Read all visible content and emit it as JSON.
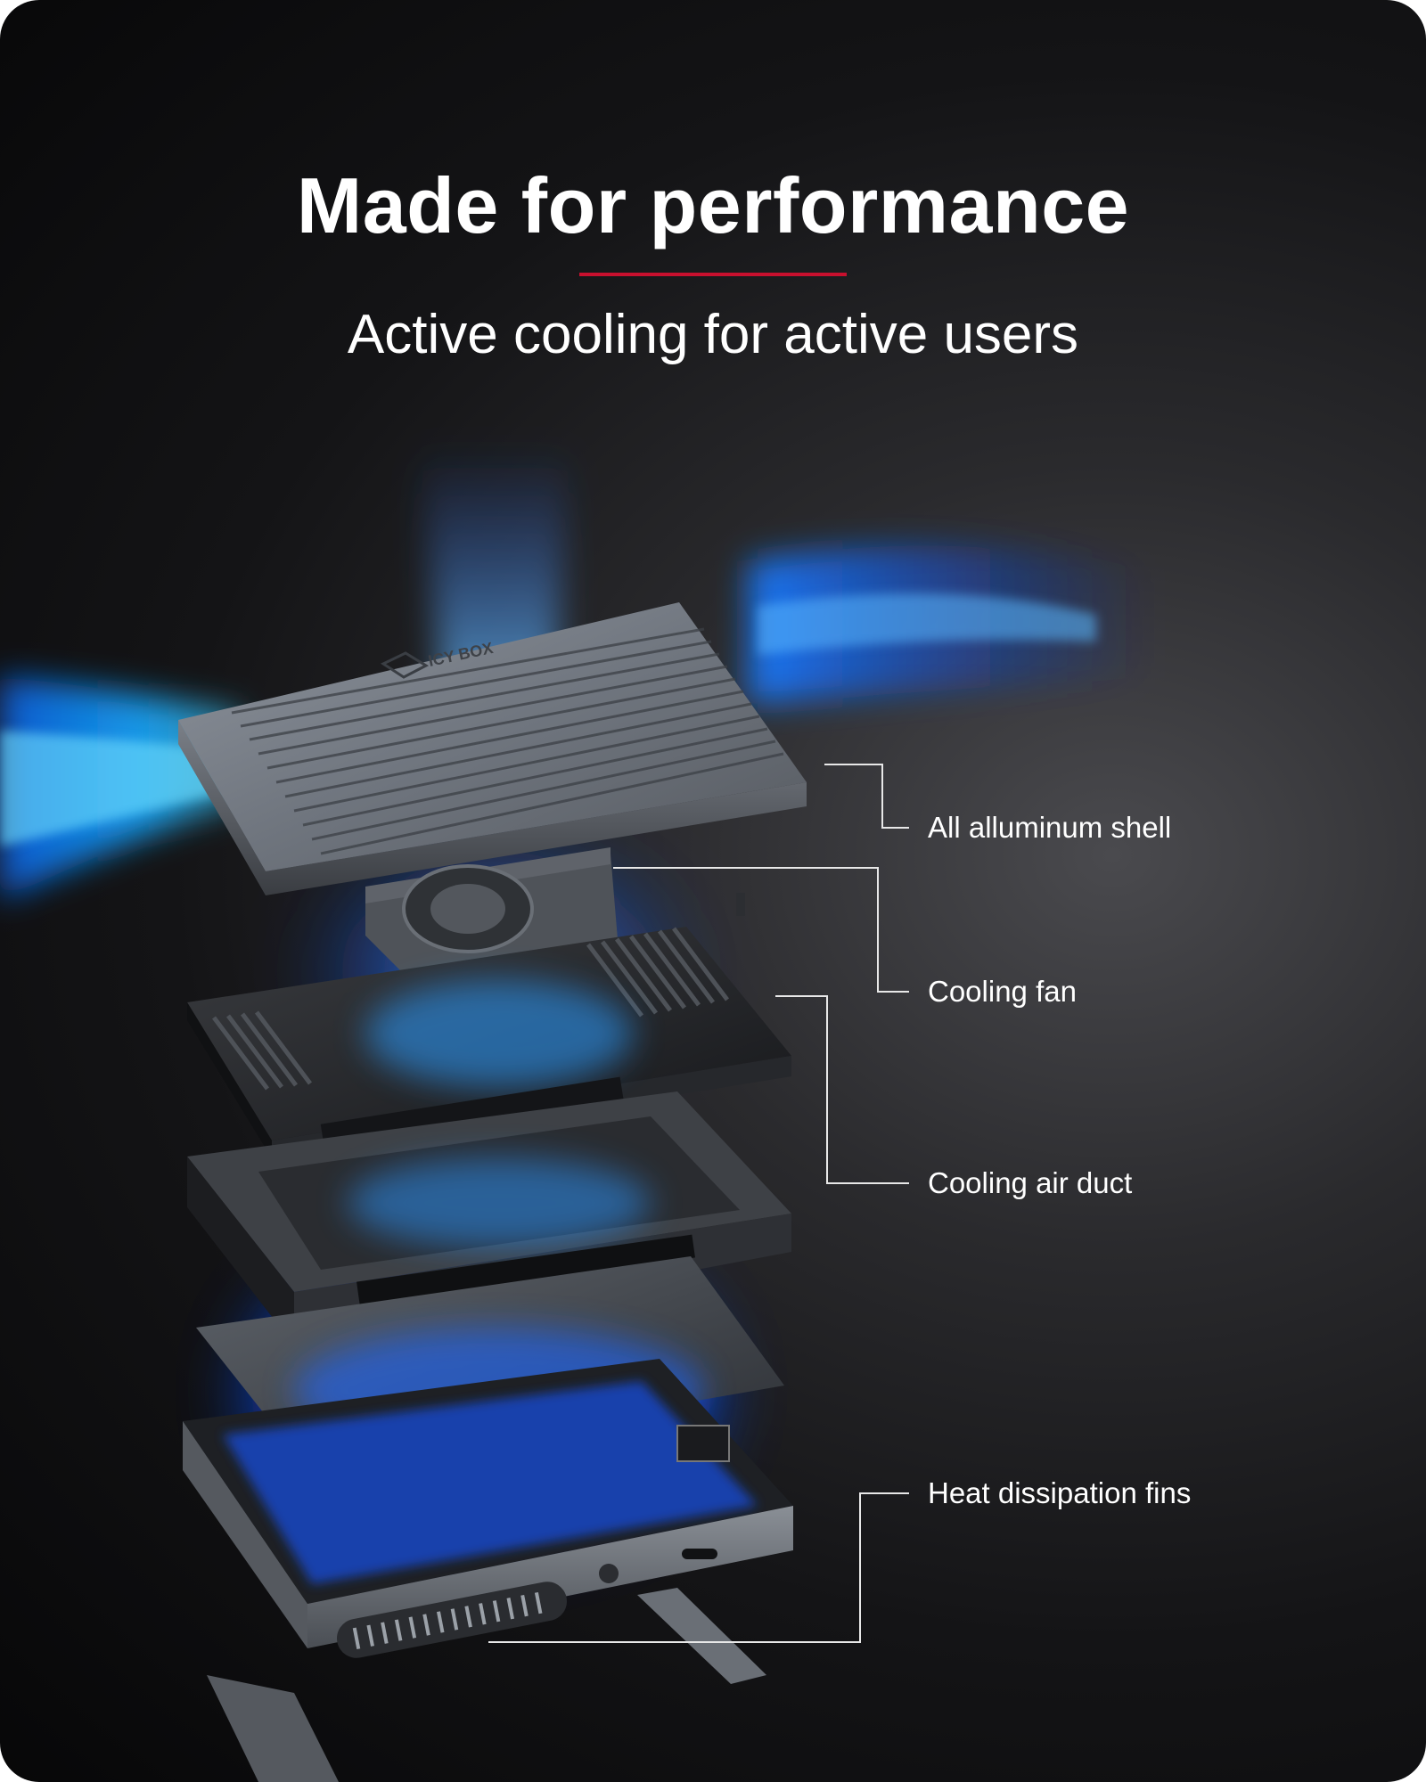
{
  "header": {
    "title": "Made for performance",
    "subtitle": "Active cooling for active users",
    "accent_color": "#c8102e"
  },
  "product": {
    "brand": "ICY BOX"
  },
  "callouts": [
    {
      "label": "All alluminum shell"
    },
    {
      "label": "Cooling fan"
    },
    {
      "label": "Cooling air duct"
    },
    {
      "label": "Heat dissipation fins"
    }
  ],
  "colors": {
    "airflow": "#1e90ff",
    "airflow_glow": "#00c8ff",
    "metal": "#6b7078"
  }
}
